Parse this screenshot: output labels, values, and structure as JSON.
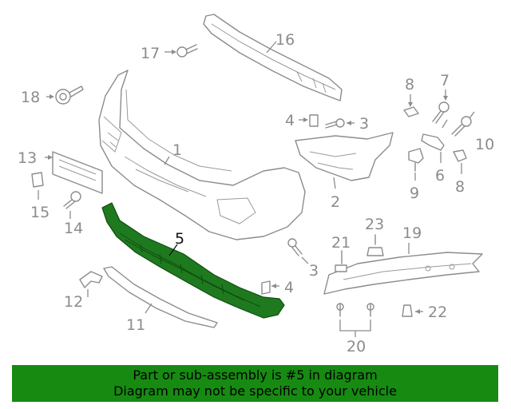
{
  "callouts": {
    "c1": "1",
    "c2": "2",
    "c3a": "3",
    "c3b": "3",
    "c4a": "4",
    "c4b": "4",
    "c5": "5",
    "c6": "6",
    "c7": "7",
    "c8a": "8",
    "c8b": "8",
    "c9": "9",
    "c10": "10",
    "c11": "11",
    "c12": "12",
    "c13": "13",
    "c14": "14",
    "c15": "15",
    "c16": "16",
    "c17": "17",
    "c18": "18",
    "c19": "19",
    "c20": "20",
    "c21": "21",
    "c22": "22",
    "c23": "23"
  },
  "highlighted_part": "5",
  "colors": {
    "highlight": "#1f7a1f",
    "banner": "#178a12",
    "line": "#8c8c8c"
  },
  "banner": {
    "line1": "Part or sub-assembly is #5 in diagram",
    "line2": "Diagram may not be specific to your vehicle"
  }
}
